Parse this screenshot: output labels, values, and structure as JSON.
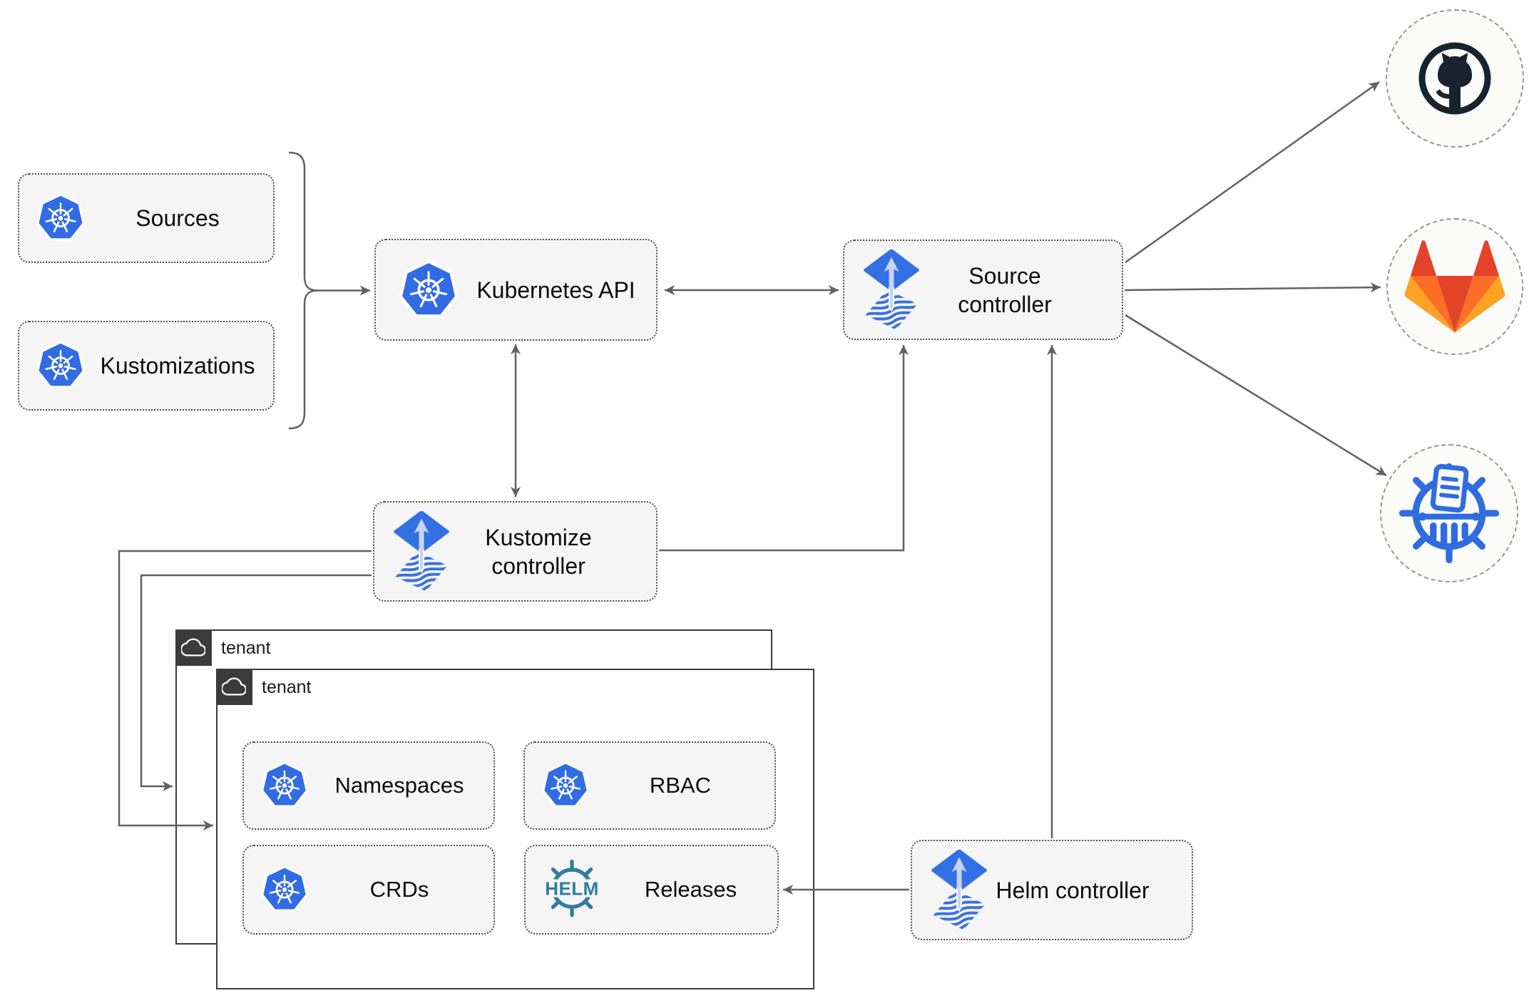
{
  "diagram": {
    "nodes": {
      "sources": "Sources",
      "kustomizations": "Kustomizations",
      "kubernetes_api": "Kubernetes API",
      "source_controller": "Source controller",
      "kustomize_controller": "Kustomize controller",
      "helm_controller": "Helm controller",
      "namespaces": "Namespaces",
      "rbac": "RBAC",
      "crds": "CRDs",
      "releases": "Releases"
    },
    "tenants": {
      "back": "tenant",
      "front": "tenant"
    },
    "icons": {
      "helm_wheel_text": "HELM",
      "remote_targets": [
        "github-icon",
        "gitlab-icon",
        "chartmuseum-icon"
      ],
      "node_icons": [
        "kubernetes-wheel-icon",
        "flux-diamond-icon",
        "helm-wheel-icon",
        "cloud-icon"
      ]
    },
    "colors": {
      "kubernetes_blue": "#326ce5",
      "flux_blue": "#3370e3",
      "flux_arrow_light": "#c7d5f3",
      "helm_teal": "#2e7d9e",
      "chartmuseum_blue": "#2f6ce0",
      "github_dark": "#18232e",
      "gitlab_red_orange": "#e24329",
      "gitlab_orange": "#fc6d26",
      "gitlab_amber": "#fca326",
      "connector_gray": "#616161",
      "node_fill": "#f5f5f5",
      "tenant_border": "#3b3b3b"
    }
  }
}
